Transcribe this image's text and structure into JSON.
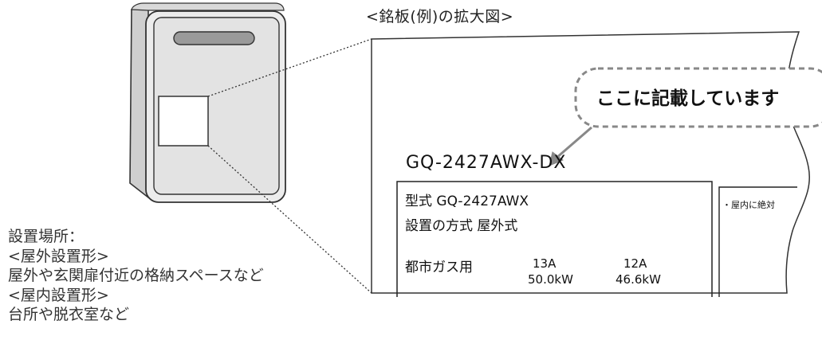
{
  "caption": "<銘板(例)の拡大図>",
  "callout": "ここに記載しています",
  "model_number": "GQ-2427AWX-DX",
  "plate": {
    "type_line": "型式 GQ-2427AWX",
    "install_method": "設置の方式 屋外式",
    "gas_label": "都市ガス用",
    "gas_a": {
      "name": "13A",
      "output": "50.0kW"
    },
    "gas_b": {
      "name": "12A",
      "output": "46.6kW"
    },
    "side_note": "・屋内に絶対"
  },
  "location": {
    "heading": "設置場所：",
    "outdoor_type": "<屋外設置形>",
    "outdoor_examples": "屋外や玄関扉付近の格納スペースなど",
    "indoor_type": "<屋内設置形>",
    "indoor_examples": "台所や脱衣室など"
  },
  "colors": {
    "outline": "#333333",
    "panel_gray": "#e6e6e6",
    "slot_gray": "#9a9a9a",
    "callout_border": "#888888"
  }
}
